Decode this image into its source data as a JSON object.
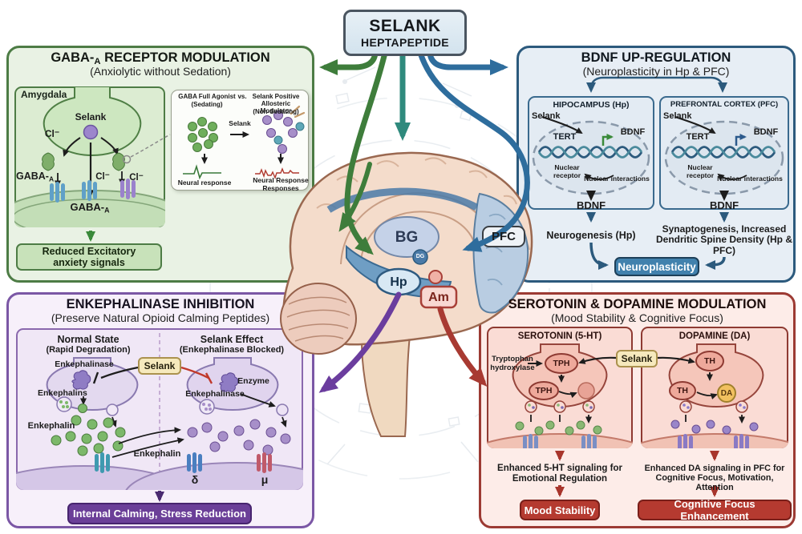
{
  "selank_box": {
    "line1": "SELANK",
    "line2": "HEPTAPEPTIDE"
  },
  "brain": {
    "bg": "BG",
    "hp": "Hp",
    "am": "Am",
    "pfc": "PFC",
    "dg": "DG"
  },
  "gaba": {
    "title_prefix": "GABA-",
    "title_sub": "A",
    "title_suffix": " RECEPTOR MODULATION",
    "subtitle": "(Anxiolytic without Sedation)",
    "amygdala": {
      "region": "Amygdala",
      "selank": "Selank",
      "cl_left": "Cl⁻",
      "cl_mid": "Cl⁻",
      "cl_right": "Cl⁻",
      "receptor_prefix": "GABA-",
      "receptor_sub": "A",
      "receptor2_prefix": "GABA-",
      "receptor2_sub": "A"
    },
    "comparison": {
      "left_title": "GABA Full Agonist",
      "vs": "vs.",
      "left_sub": "(Sedating)",
      "right_title": "Selank Positive Allosteric Modulator",
      "right_sub": "(Non-Sedating)",
      "arrow_label": "Selank",
      "left_caption": "Neural response",
      "right_caption": "Neural Response Responses"
    },
    "outcome": "Reduced Excitatory anxiety signals"
  },
  "bdnf": {
    "title": "BDNF UP-REGULATION",
    "subtitle": "(Neuroplasticity in Hp & PFC)",
    "hp": {
      "title": "HIPOCAMPUS (Hp)",
      "selank": "Selank",
      "tert": "TERT",
      "bdnf_gene": "BDNF",
      "nuclear_receptor": "Nuclear receptor",
      "nuclear_interactions": "Nuclear interactions",
      "bdnf_output": "BDNF",
      "outcome": "Neurogenesis (Hp)"
    },
    "pfc": {
      "title": "PREFRONTAL CORTEX (PFC)",
      "selank": "Selank",
      "tert": "TERT",
      "bdnf_gene": "BDNF",
      "nuclear_receptor": "Nuclear receptor",
      "nuclear_interactions": "Nuclear interactions",
      "bdnf_output": "BDNF",
      "outcome": "Synaptogenesis, Increased Dendritic Spine Density (Hp & PFC)"
    },
    "badge": "Neuroplasticity"
  },
  "enk": {
    "title": "ENKEPHALINASE INHIBITION",
    "subtitle": "(Preserve Natural Opioid Calming Peptides)",
    "selank": "Selank",
    "left": {
      "title": "Normal State",
      "subtitle": "(Rapid Degradation)",
      "enzyme": "Enkephalinase",
      "peptides": "Enkephalins",
      "peptide": "Enkephalin"
    },
    "right": {
      "title": "Selank Effect",
      "subtitle": "(Enkephalinase Blocked)",
      "enzyme_label": "Enzyme",
      "enzyme_name": "Enkephalinase",
      "delta": "δ",
      "mu": "μ"
    },
    "center_peptide": "Enkephalin",
    "outcome": "Internal Calming, Stress Reduction"
  },
  "mono": {
    "title": "SEROTONIN & DOPAMINE MODULATION",
    "subtitle": "(Mood Stability & Cognitive Focus)",
    "selank": "Selank",
    "serotonin": {
      "title": "SEROTONIN (5-HT)",
      "enzyme": "Tryptophan hydroxylase",
      "tph1": "TPH",
      "tph2": "TPH",
      "outcome": "Enhanced 5-HT signaling for Emotional Regulation",
      "badge": "Mood Stability"
    },
    "dopamine": {
      "title": "DOPAMINE (DA)",
      "th1": "TH",
      "th2": "TH",
      "da": "DA",
      "outcome": "Enhanced DA signaling in PFC for Cognitive Focus, Motivation, Attention",
      "badge": "Cognitive Focus Enhancement"
    }
  },
  "colors": {
    "green": "#3e7d3b",
    "teal": "#2f8a7d",
    "blue": "#2e6d9d",
    "purple": "#6b3d9e",
    "red": "#a83a32",
    "selank_yellow": "#f6e9bd"
  }
}
